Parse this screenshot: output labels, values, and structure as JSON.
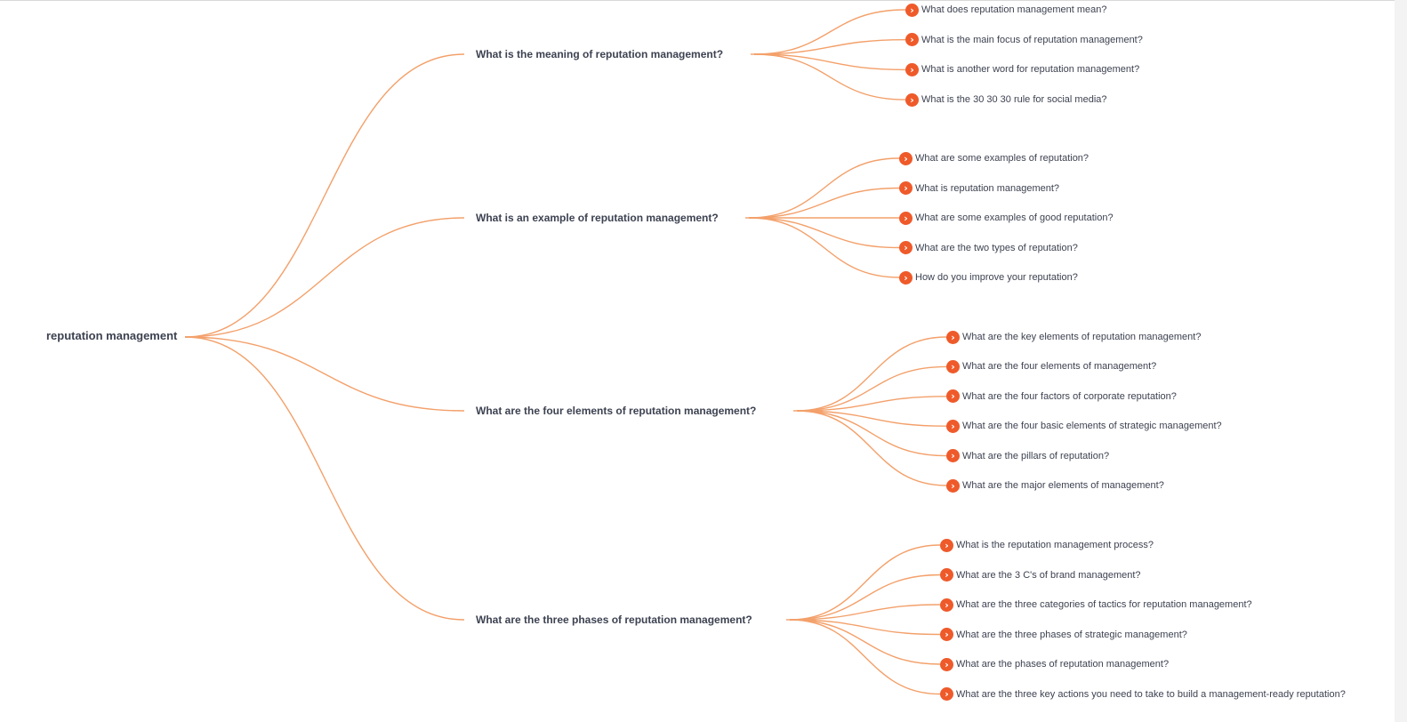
{
  "colors": {
    "connector": "#f3a06a",
    "bullet": "#ef5a2a",
    "text": "#3d4251"
  },
  "icons": {
    "leaf_bullet": "chevron-right-icon",
    "leaf_bullet_glyph": "›"
  },
  "root": {
    "label": "reputation management"
  },
  "branches": [
    {
      "label": "What is the meaning of reputation management?",
      "questions": [
        "What does reputation management mean?",
        "What is the main focus of reputation management?",
        "What is another word for reputation management?",
        "What is the 30 30 30 rule for social media?"
      ]
    },
    {
      "label": "What is an example of reputation management?",
      "questions": [
        "What are some examples of reputation?",
        "What is reputation management?",
        "What are some examples of good reputation?",
        "What are the two types of reputation?",
        "How do you improve your reputation?"
      ]
    },
    {
      "label": "What are the four elements of reputation management?",
      "questions": [
        "What are the key elements of reputation management?",
        "What are the four elements of management?",
        "What are the four factors of corporate reputation?",
        "What are the four basic elements of strategic management?",
        "What are the pillars of reputation?",
        "What are the major elements of management?"
      ]
    },
    {
      "label": "What are the three phases of reputation management?",
      "questions": [
        "What is the reputation management process?",
        "What are the 3 C's of brand management?",
        "What are the three categories of tactics for reputation management?",
        "What are the three phases of strategic management?",
        "What are the phases of reputation management?",
        "What are the three key actions you need to take to build a management-ready reputation?"
      ]
    }
  ]
}
